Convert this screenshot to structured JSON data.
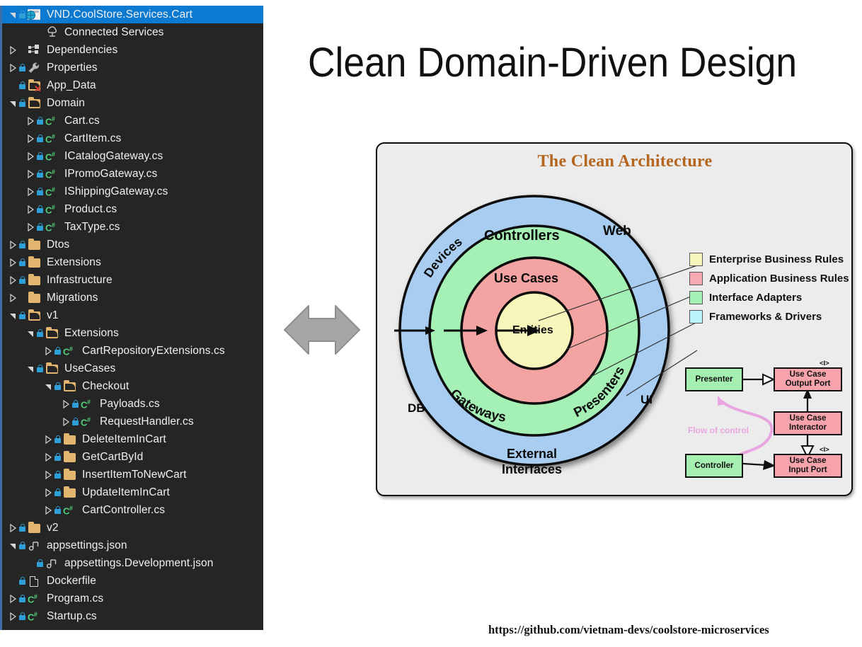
{
  "slide": {
    "title": "Clean Domain-Driven Design",
    "footer_url": "https://github.com/vietnam-devs/coolstore-microservices",
    "exchange_icon": "double-arrow-icon"
  },
  "solution_explorer": {
    "project_name": "VND.CoolStore.Services.Cart",
    "selected_index": 0,
    "tree": [
      {
        "label": "VND.CoolStore.Services.Cart",
        "indent": 0,
        "twisty": "expanded",
        "icon": "project-web-icon",
        "lock": true,
        "selected": true
      },
      {
        "label": "Connected Services",
        "indent": 1,
        "twisty": "none",
        "icon": "connected-services-icon",
        "lock": false
      },
      {
        "label": "Dependencies",
        "indent": 0,
        "twisty": "collapsed",
        "icon": "dependencies-icon",
        "lock": false
      },
      {
        "label": "Properties",
        "indent": 0,
        "twisty": "collapsed",
        "icon": "wrench-icon",
        "lock": true
      },
      {
        "label": "App_Data",
        "indent": 0,
        "twisty": "none",
        "icon": "folder-open-excluded-icon",
        "lock": true
      },
      {
        "label": "Domain",
        "indent": 0,
        "twisty": "expanded",
        "icon": "folder-open-icon",
        "lock": true
      },
      {
        "label": "Cart.cs",
        "indent": 1,
        "twisty": "collapsed",
        "icon": "csharp-icon",
        "lock": true
      },
      {
        "label": "CartItem.cs",
        "indent": 1,
        "twisty": "collapsed",
        "icon": "csharp-icon",
        "lock": true
      },
      {
        "label": "ICatalogGateway.cs",
        "indent": 1,
        "twisty": "collapsed",
        "icon": "csharp-icon",
        "lock": true
      },
      {
        "label": "IPromoGateway.cs",
        "indent": 1,
        "twisty": "collapsed",
        "icon": "csharp-icon",
        "lock": true
      },
      {
        "label": "IShippingGateway.cs",
        "indent": 1,
        "twisty": "collapsed",
        "icon": "csharp-icon",
        "lock": true
      },
      {
        "label": "Product.cs",
        "indent": 1,
        "twisty": "collapsed",
        "icon": "csharp-icon",
        "lock": true
      },
      {
        "label": "TaxType.cs",
        "indent": 1,
        "twisty": "collapsed",
        "icon": "csharp-icon",
        "lock": true
      },
      {
        "label": "Dtos",
        "indent": 0,
        "twisty": "collapsed",
        "icon": "folder-icon",
        "lock": true
      },
      {
        "label": "Extensions",
        "indent": 0,
        "twisty": "collapsed",
        "icon": "folder-icon",
        "lock": true
      },
      {
        "label": "Infrastructure",
        "indent": 0,
        "twisty": "collapsed",
        "icon": "folder-icon",
        "lock": true
      },
      {
        "label": "Migrations",
        "indent": 0,
        "twisty": "collapsed",
        "icon": "folder-icon",
        "lock": false
      },
      {
        "label": "v1",
        "indent": 0,
        "twisty": "expanded",
        "icon": "folder-open-icon",
        "lock": true
      },
      {
        "label": "Extensions",
        "indent": 1,
        "twisty": "expanded",
        "icon": "folder-open-icon",
        "lock": true
      },
      {
        "label": "CartRepositoryExtensions.cs",
        "indent": 2,
        "twisty": "collapsed",
        "icon": "csharp-icon",
        "lock": true
      },
      {
        "label": "UseCases",
        "indent": 1,
        "twisty": "expanded",
        "icon": "folder-open-icon",
        "lock": true
      },
      {
        "label": "Checkout",
        "indent": 2,
        "twisty": "expanded",
        "icon": "folder-open-icon",
        "lock": true
      },
      {
        "label": "Payloads.cs",
        "indent": 3,
        "twisty": "collapsed",
        "icon": "csharp-icon",
        "lock": true
      },
      {
        "label": "RequestHandler.cs",
        "indent": 3,
        "twisty": "collapsed",
        "icon": "csharp-icon",
        "lock": true
      },
      {
        "label": "DeleteItemInCart",
        "indent": 2,
        "twisty": "collapsed",
        "icon": "folder-icon",
        "lock": true
      },
      {
        "label": "GetCartById",
        "indent": 2,
        "twisty": "collapsed",
        "icon": "folder-icon",
        "lock": true
      },
      {
        "label": "InsertItemToNewCart",
        "indent": 2,
        "twisty": "collapsed",
        "icon": "folder-icon",
        "lock": true
      },
      {
        "label": "UpdateItemInCart",
        "indent": 2,
        "twisty": "collapsed",
        "icon": "folder-icon",
        "lock": true
      },
      {
        "label": "CartController.cs",
        "indent": 2,
        "twisty": "collapsed",
        "icon": "csharp-icon",
        "lock": true
      },
      {
        "label": "v2",
        "indent": 0,
        "twisty": "collapsed",
        "icon": "folder-icon",
        "lock": true
      },
      {
        "label": "appsettings.json",
        "indent": 0,
        "twisty": "expanded",
        "icon": "json-icon",
        "lock": true
      },
      {
        "label": "appsettings.Development.json",
        "indent": 1,
        "twisty": "none",
        "icon": "json-icon",
        "lock": true
      },
      {
        "label": "Dockerfile",
        "indent": 0,
        "twisty": "none",
        "icon": "file-icon",
        "lock": true
      },
      {
        "label": "Program.cs",
        "indent": 0,
        "twisty": "collapsed",
        "icon": "csharp-icon",
        "lock": true
      },
      {
        "label": "Startup.cs",
        "indent": 0,
        "twisty": "collapsed",
        "icon": "csharp-icon",
        "lock": true
      }
    ]
  },
  "chart_data": {
    "type": "diagram",
    "title": "The Clean Architecture",
    "title_color": "#b5651d",
    "panel_background": "#ececec",
    "rings": [
      {
        "name": "Frameworks & Drivers",
        "color": "#a8cdf0",
        "labels": [
          "Devices",
          "Web",
          "DB",
          "UI",
          "External Interfaces"
        ]
      },
      {
        "name": "Interface Adapters",
        "color": "#a5f0b4",
        "labels": [
          "Controllers",
          "Gateways",
          "Presenters"
        ]
      },
      {
        "name": "Application Business Rules",
        "color": "#f4a3a3",
        "labels": [
          "Use Cases"
        ]
      },
      {
        "name": "Enterprise Business Rules",
        "color": "#f8f5bb",
        "labels": [
          "Entities"
        ]
      }
    ],
    "legend": [
      {
        "label": "Enterprise Business Rules",
        "color": "#f8f5bb"
      },
      {
        "label": "Application Business Rules",
        "color": "#f7a9b4"
      },
      {
        "label": "Interface Adapters",
        "color": "#a5f0b4"
      },
      {
        "label": "Frameworks & Drivers",
        "color": "#bdf3fb"
      }
    ],
    "flow_sub_diagram": {
      "flow_label": "Flow of control",
      "flow_label_color": "#e9a5e0",
      "boxes": [
        {
          "label": "Presenter",
          "color": "green",
          "interface_marker": ""
        },
        {
          "label": "Use Case\nOutput Port",
          "color": "pink",
          "interface_marker": "<I>"
        },
        {
          "label": "Use Case\nInteractor",
          "color": "pink",
          "interface_marker": ""
        },
        {
          "label": "Controller",
          "color": "green",
          "interface_marker": ""
        },
        {
          "label": "Use Case\nInput Port",
          "color": "pink",
          "interface_marker": "<I>"
        }
      ]
    },
    "ring_labels": {
      "controllers": "Controllers",
      "use_cases": "Use Cases",
      "entities": "Entities",
      "devices": "Devices",
      "web": "Web",
      "db": "DB",
      "ui": "UI",
      "gateways": "Gateways",
      "presenters": "Presenters",
      "external_interfaces_1": "External",
      "external_interfaces_2": "Interfaces"
    },
    "flow_boxes": {
      "presenter": "Presenter",
      "output_port_1": "Use Case",
      "output_port_2": "Output Port",
      "interactor_1": "Use Case",
      "interactor_2": "Interactor",
      "controller": "Controller",
      "input_port_1": "Use Case",
      "input_port_2": "Input Port",
      "iface_marker": "<I>"
    }
  }
}
